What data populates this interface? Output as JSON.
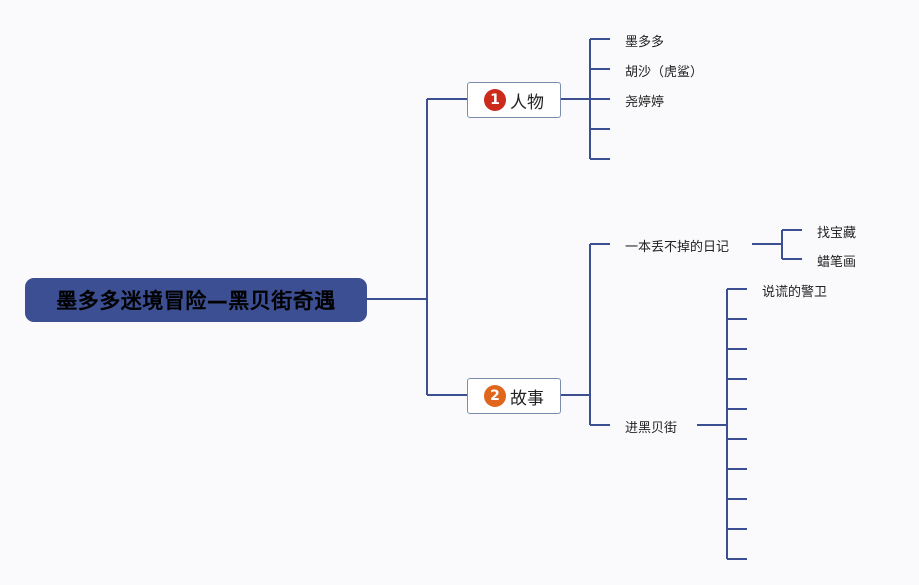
{
  "root": {
    "title": "墨多多迷境冒险—黑贝街奇遇"
  },
  "branches": [
    {
      "badge": "1",
      "label": "人物",
      "badge_color": "#cc2a1a",
      "children": [
        "墨多多",
        "胡沙（虎鲨）",
        "尧婷婷",
        "",
        ""
      ]
    },
    {
      "badge": "2",
      "label": "故事",
      "badge_color": "#e0661c",
      "children": [
        {
          "label": "一本丢不掉的日记",
          "children": [
            "找宝藏",
            "蜡笔画"
          ]
        },
        {
          "label": "进黑贝街",
          "children": [
            "说谎的警卫",
            "",
            "",
            "",
            "",
            "",
            "",
            "",
            "",
            ""
          ]
        }
      ]
    }
  ],
  "colors": {
    "line": "#3c4f92",
    "root_bg": "#3c4f92"
  }
}
